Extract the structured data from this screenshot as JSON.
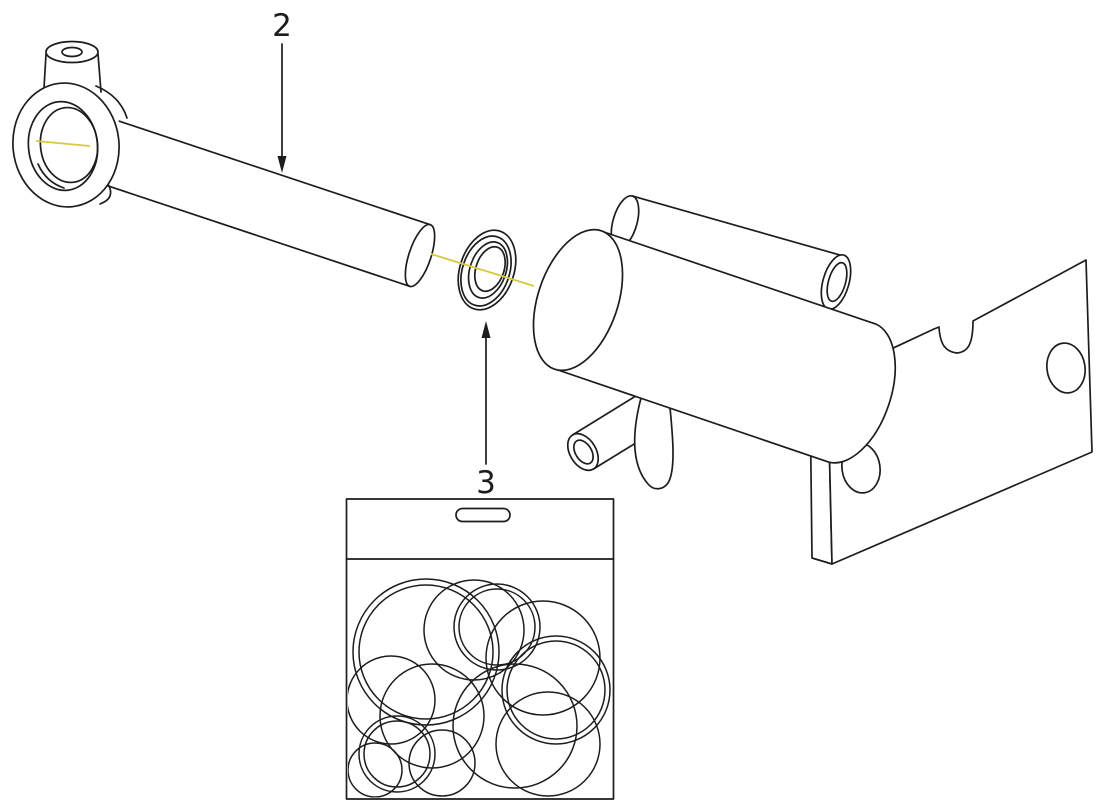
{
  "diagram": {
    "type": "exploded-parts-diagram",
    "background": "#ffffff",
    "line_color": "#1d1d1d",
    "centerline_color": "#d9c83b",
    "callouts": [
      {
        "label": "2",
        "points_to": "piston-rod-assembly"
      },
      {
        "label": "3",
        "points_to": "rod-seal-and-seal-kit"
      }
    ]
  }
}
